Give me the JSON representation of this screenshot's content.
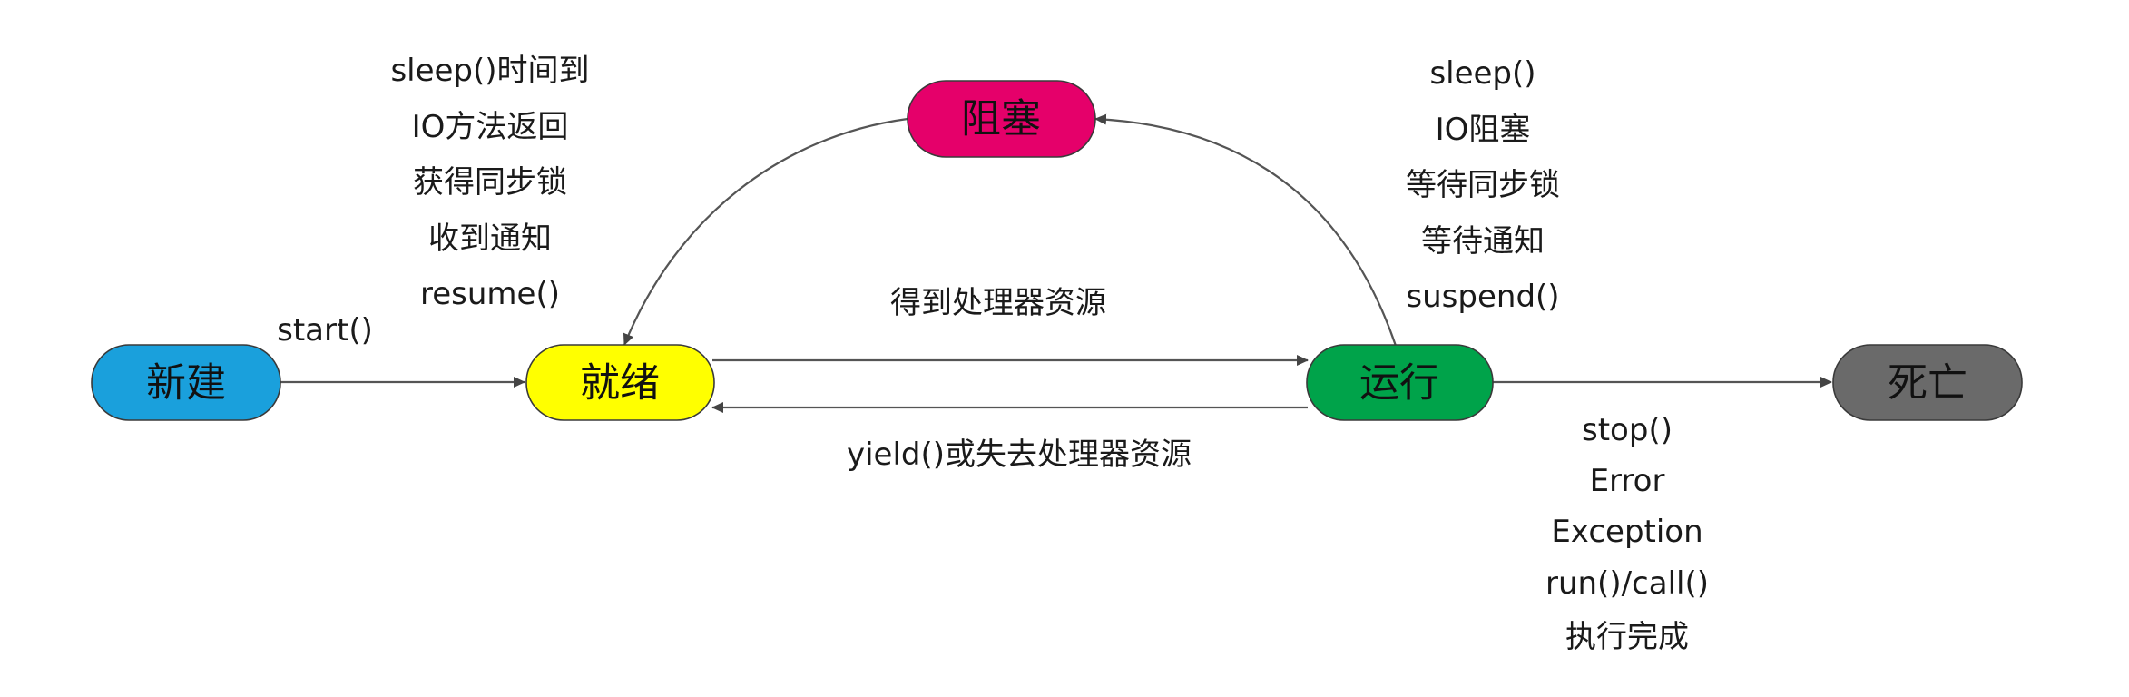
{
  "nodes": {
    "new": {
      "label": "新建",
      "color": "#1aa0dc"
    },
    "ready": {
      "label": "就绪",
      "color": "#ffff00"
    },
    "running": {
      "label": "运行",
      "color": "#00a34a"
    },
    "blocked": {
      "label": "阻塞",
      "color": "#e5006a"
    },
    "dead": {
      "label": "死亡",
      "color": "#6a6a6a"
    }
  },
  "edges": {
    "new_to_ready": [
      "start()"
    ],
    "ready_to_running": [
      "得到处理器资源"
    ],
    "running_to_ready": [
      "yield()或失去处理器资源"
    ],
    "running_to_blocked": [
      "sleep()",
      "IO阻塞",
      "等待同步锁",
      "等待通知",
      "suspend()"
    ],
    "blocked_to_ready": [
      "sleep()时间到",
      "IO方法返回",
      "获得同步锁",
      "收到通知",
      "resume()"
    ],
    "running_to_dead": [
      "stop()",
      "Error",
      "Exception",
      "run()/call()",
      "执行完成"
    ]
  }
}
